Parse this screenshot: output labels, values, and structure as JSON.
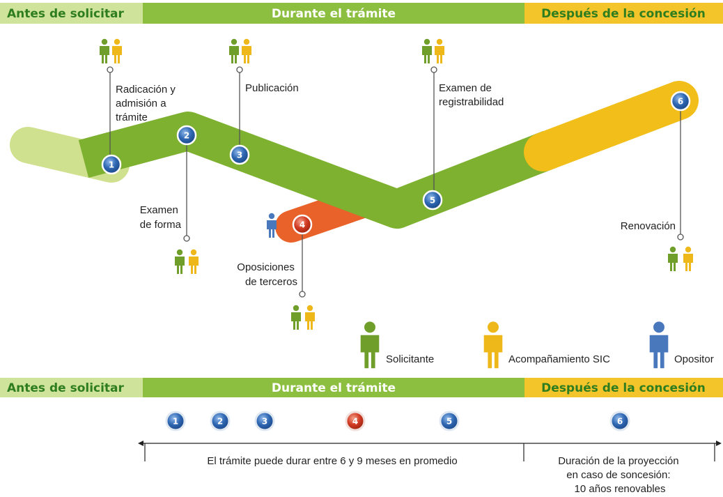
{
  "phases": {
    "before": "Antes de solicitar",
    "during": "Durante el trámite",
    "after": "Después de la concesión"
  },
  "steps": [
    {
      "num": "1",
      "label": [
        "Radicación y",
        "admisión a",
        "trámite"
      ]
    },
    {
      "num": "2",
      "label": [
        "Examen",
        "de forma"
      ]
    },
    {
      "num": "3",
      "label": [
        "Publicación"
      ]
    },
    {
      "num": "4",
      "label": [
        "Oposiciones",
        "de terceros"
      ]
    },
    {
      "num": "5",
      "label": [
        "Examen de",
        "registrabilidad"
      ]
    },
    {
      "num": "6",
      "label": [
        "Renovación"
      ]
    }
  ],
  "legend": {
    "applicant": "Solicitante",
    "sic": "Acompañamiento SIC",
    "opponent": "Opositor"
  },
  "timeline": {
    "during_note": "El trámite puede durar entre 6 y 9 meses en promedio",
    "after_note": [
      "Duración de la proyección",
      "en caso de soncesión:",
      "10 años renovables"
    ]
  },
  "colors": {
    "green": "#7db12f",
    "light_green": "#cfe08e",
    "yellow": "#f2be1a",
    "orange": "#e8622a",
    "blue": "#3f73b8",
    "band_green": "#8cbf3f",
    "band_text_green": "#2e7d1f",
    "band_text_yellow": "#2e7d1f"
  },
  "icons": {
    "applicant": "person-green-icon",
    "sic": "person-yellow-icon",
    "opponent": "person-blue-icon"
  }
}
